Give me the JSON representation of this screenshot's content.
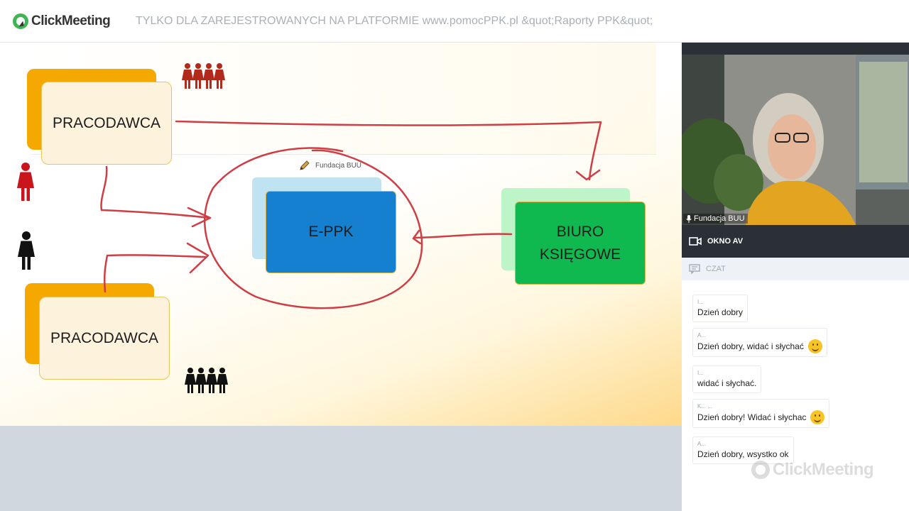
{
  "header": {
    "logo_text": "ClickMeeting",
    "session_title": "TYLKO DLA ZAREJESTROWANYCH NA PLATFORMIE www.pomocPPK.pl &quot;Raporty PPK&quot;"
  },
  "slide": {
    "employer_top": "PRACODAWCA",
    "employer_bottom": "PRACODAWCA",
    "eppk": "E-PPK",
    "office_line1": "BIURO",
    "office_line2": "KSIĘGOWE",
    "annotator": "Fundacja BUU"
  },
  "video": {
    "participant_name": "Fundacja BUU"
  },
  "panels": {
    "av_label": "OKNO AV",
    "chat_label": "CZAT"
  },
  "chat": {
    "messages": [
      {
        "author": "I...",
        "text": "Dzień dobry",
        "emoji": false
      },
      {
        "author": "A...",
        "text": "Dzień dobry, widać i słychać",
        "emoji": true
      },
      {
        "author": "I...",
        "text": "widać i słychać.",
        "emoji": false
      },
      {
        "author": "K... ...",
        "text": "Dzień dobry! Widać i słychac",
        "emoji": true
      },
      {
        "author": "A...",
        "text": "Dzień dobry, wsystko ok",
        "emoji": false
      }
    ],
    "watermark": "ClickMeeting"
  },
  "colors": {
    "accent_green": "#3fb653",
    "orange": "#f5a800",
    "eppk_blue": "#1580cf",
    "office_green": "#10b94f",
    "ink_red": "#cf3e45",
    "panel_dark": "#2b2f36"
  }
}
